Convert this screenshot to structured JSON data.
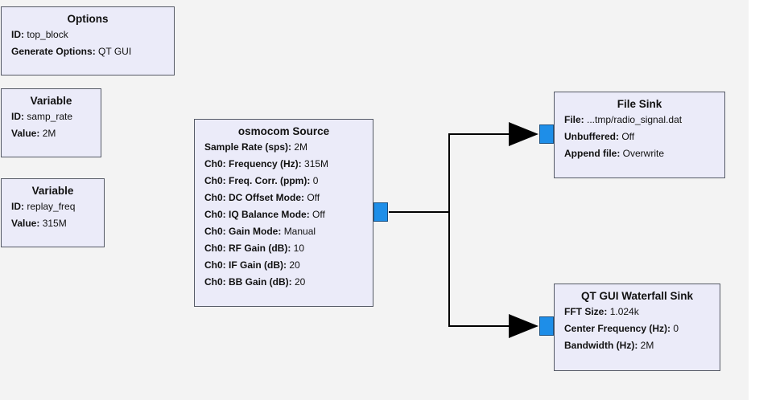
{
  "canvas": {
    "background": "#f3f3f3",
    "block_fill": "#ebebf9",
    "port_color": "#1e8ee8",
    "wire_color": "#000000"
  },
  "blocks": {
    "options": {
      "title": "Options",
      "params": [
        {
          "key": "ID:",
          "value": "top_block"
        },
        {
          "key": "Generate Options:",
          "value": "QT GUI"
        }
      ]
    },
    "var_samp_rate": {
      "title": "Variable",
      "params": [
        {
          "key": "ID:",
          "value": "samp_rate"
        },
        {
          "key": "Value:",
          "value": "2M"
        }
      ]
    },
    "var_replay_freq": {
      "title": "Variable",
      "params": [
        {
          "key": "ID:",
          "value": "replay_freq"
        },
        {
          "key": "Value:",
          "value": "315M"
        }
      ]
    },
    "osmocom_source": {
      "title": "osmocom Source",
      "params": [
        {
          "key": "Sample Rate (sps):",
          "value": "2M"
        },
        {
          "key": "Ch0: Frequency (Hz):",
          "value": "315M"
        },
        {
          "key": "Ch0: Freq. Corr. (ppm):",
          "value": "0"
        },
        {
          "key": "Ch0: DC Offset Mode:",
          "value": "Off"
        },
        {
          "key": "Ch0: IQ Balance Mode:",
          "value": "Off"
        },
        {
          "key": "Ch0: Gain Mode:",
          "value": "Manual"
        },
        {
          "key": "Ch0: RF Gain (dB):",
          "value": "10"
        },
        {
          "key": "Ch0: IF Gain (dB):",
          "value": "20"
        },
        {
          "key": "Ch0: BB Gain (dB):",
          "value": "20"
        }
      ]
    },
    "file_sink": {
      "title": "File Sink",
      "params": [
        {
          "key": "File:",
          "value": "...tmp/radio_signal.dat"
        },
        {
          "key": "Unbuffered:",
          "value": "Off"
        },
        {
          "key": "Append file:",
          "value": "Overwrite"
        }
      ]
    },
    "waterfall_sink": {
      "title": "QT GUI Waterfall Sink",
      "params": [
        {
          "key": "FFT Size:",
          "value": "1.024k"
        },
        {
          "key": "Center Frequency (Hz):",
          "value": "0"
        },
        {
          "key": "Bandwidth (Hz):",
          "value": "2M"
        }
      ]
    }
  }
}
